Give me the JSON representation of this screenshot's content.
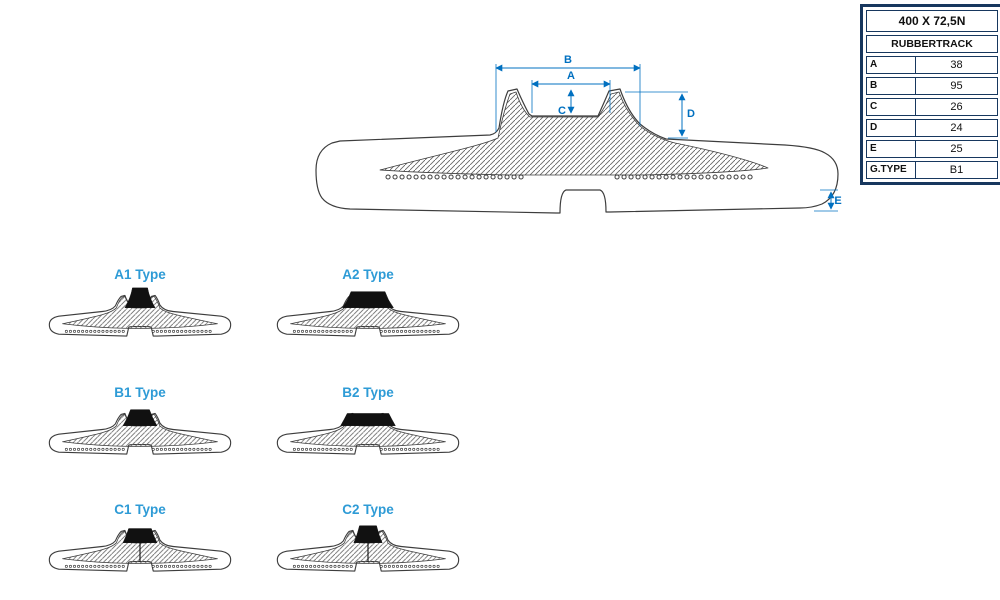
{
  "spec_table": {
    "title": "400 X 72,5N",
    "subtitle": "RUBBERTRACK",
    "rows": [
      {
        "label": "A",
        "value": "38"
      },
      {
        "label": "B",
        "value": "95"
      },
      {
        "label": "C",
        "value": "26"
      },
      {
        "label": "D",
        "value": "24"
      },
      {
        "label": "E",
        "value": "25"
      },
      {
        "label": "G.TYPE",
        "value": "B1"
      }
    ]
  },
  "dim": {
    "a": "A",
    "b": "B",
    "c": "C",
    "d": "D",
    "e": "E"
  },
  "types": [
    {
      "label": "A1 Type"
    },
    {
      "label": "A2 Type"
    },
    {
      "label": "B1 Type"
    },
    {
      "label": "B2 Type"
    },
    {
      "label": "C1 Type"
    },
    {
      "label": "C2 Type"
    }
  ],
  "colors": {
    "dimension_blue": "#0070C0",
    "type_label_blue": "#2E9BD6",
    "table_border_navy": "#17375E",
    "drawing_outline": "#3D3D3D"
  }
}
